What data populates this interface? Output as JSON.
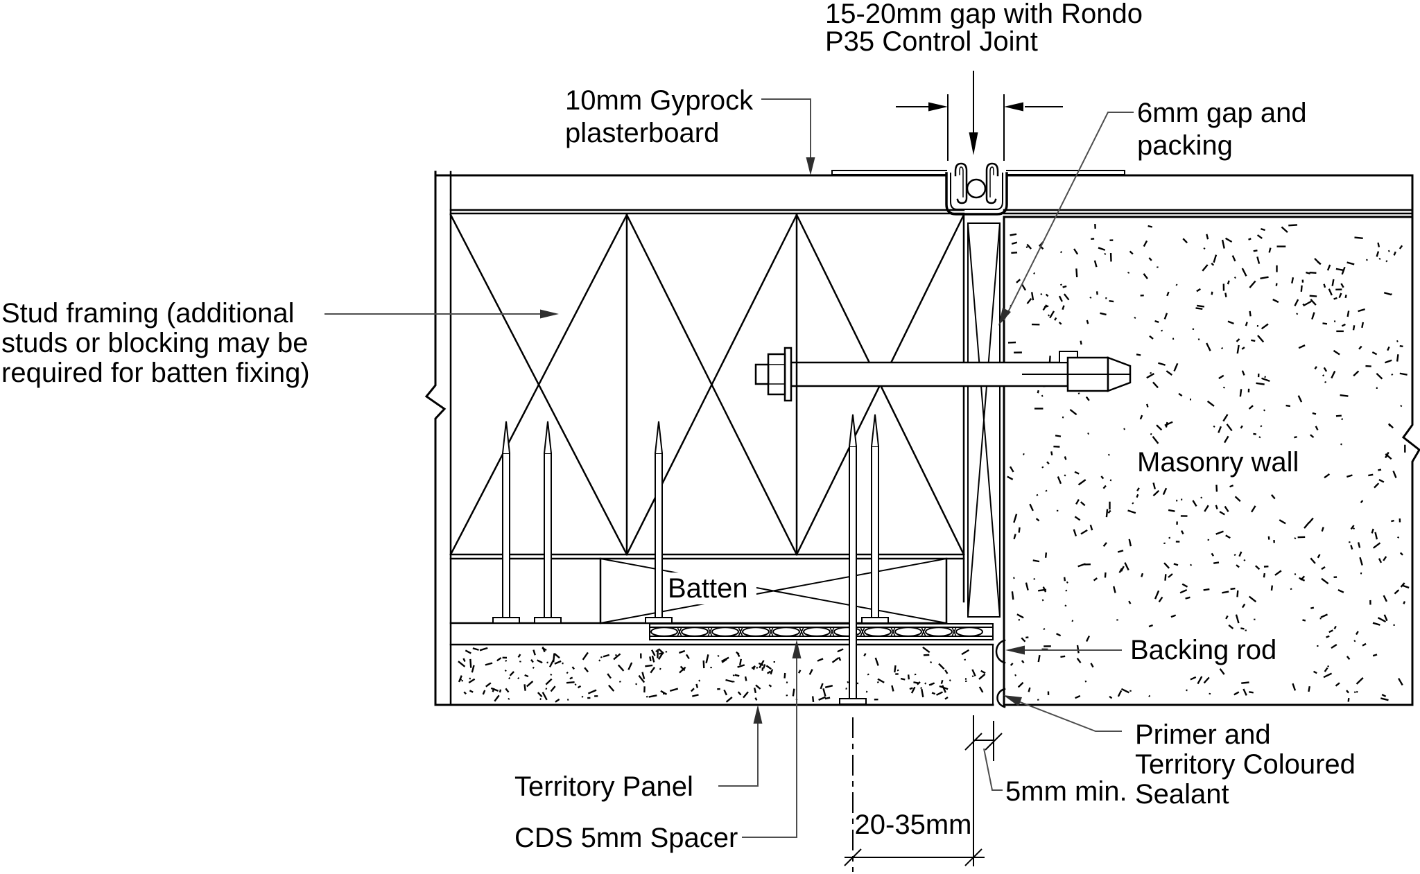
{
  "labels": {
    "control_joint": {
      "line1": "15-20mm gap with Rondo",
      "line2": "P35 Control Joint"
    },
    "plasterboard": {
      "line1": "10mm Gyprock",
      "line2": "plasterboard"
    },
    "gap_packing": {
      "line1": "6mm gap and",
      "line2": "packing"
    },
    "stud_framing": {
      "line1": "Stud framing (additional",
      "line2": "studs or  blocking may be",
      "line3": "required for batten fixing)"
    },
    "masonry_wall": "Masonry wall",
    "batten": "Batten",
    "territory_panel": "Territory Panel",
    "cds_spacer": "CDS 5mm Spacer",
    "backing_rod": "Backing rod",
    "sealant": {
      "line1": "Primer and",
      "line2": "Territory Coloured",
      "line3": "Sealant"
    },
    "dim_panel_edge": "20-35mm",
    "dim_sealant_min": "5mm min."
  },
  "colors": {
    "line": "#000000",
    "leader": "#4d4d4d",
    "background": "#ffffff"
  }
}
